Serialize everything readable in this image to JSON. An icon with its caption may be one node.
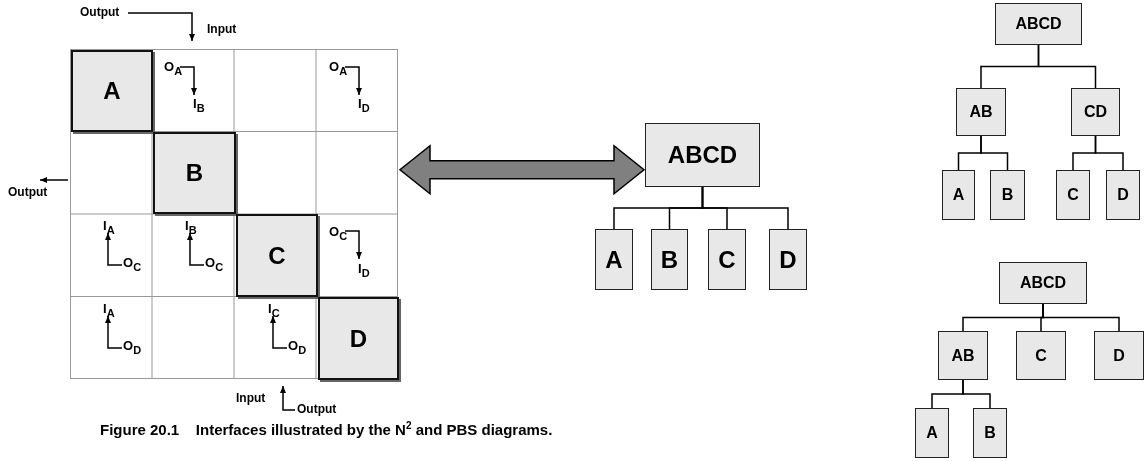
{
  "diagram": {
    "caption": "Figure 20.1    Interfaces illustrated by the N$^{2}$ and PBS diagrams.",
    "nodes": [
      {
        "text": [],
        "shape": "box"
      },
      {
        "text": [
          "A"
        ],
        "in": 0
      },
      {
        "text": [
          "B"
        ],
        "in": 0
      },
      {
        "text": [
          "C"
        ],
        "in": 0
      },
      {
        "text": [
          "D"
        ],
        "in": 0
      },
      {
        "text": [
          "ABCD"
        ]
      },
      {
        "text": [
          "A"
        ]
      },
      {
        "text": [
          "B"
        ]
      },
      {
        "text": [
          "C"
        ]
      },
      {
        "text": [
          "D"
        ]
      },
      {
        "text": [
          "ABCD"
        ]
      },
      {
        "text": [
          "AB"
        ]
      },
      {
        "text": [
          "CD"
        ]
      },
      {
        "text": [
          "A"
        ]
      },
      {
        "text": [
          "B"
        ]
      },
      {
        "text": [
          "C"
        ]
      },
      {
        "text": [
          "D"
        ]
      },
      {
        "text": [
          "ABCD"
        ]
      },
      {
        "text": [
          "AB"
        ]
      },
      {
        "text": [
          "C"
        ]
      },
      {
        "text": [
          "D"
        ]
      },
      {
        "text": [
          "A"
        ]
      },
      {
        "text": [
          "B"
        ]
      }
    ],
    "edges": [
      {
        "from": 0,
        "to": 5,
        "arrow": "both",
        "style": "thick",
        "color": "#808080"
      },
      {
        "from": 5,
        "to": 6,
        "arrow": "none"
      },
      {
        "from": 5,
        "to": 7,
        "arrow": "none"
      },
      {
        "from": 5,
        "to": 8,
        "arrow": "none"
      },
      {
        "from": 5,
        "to": 9,
        "arrow": "none"
      },
      {
        "from": 10,
        "to": 11,
        "arrow": "none"
      },
      {
        "from": 10,
        "to": 12,
        "arrow": "none"
      },
      {
        "from": 11,
        "to": 13,
        "arrow": "none"
      },
      {
        "from": 11,
        "to": 14,
        "arrow": "none"
      },
      {
        "from": 12,
        "to": 15,
        "arrow": "none"
      },
      {
        "from": 12,
        "to": 16,
        "arrow": "none"
      },
      {
        "from": 17,
        "to": 18,
        "arrow": "none"
      },
      {
        "from": 17,
        "to": 19,
        "arrow": "none"
      },
      {
        "from": 17,
        "to": 20,
        "arrow": "none"
      },
      {
        "from": 18,
        "to": 21,
        "arrow": "none"
      },
      {
        "from": 18,
        "to": 22,
        "arrow": "none"
      }
    ],
    "labels": [
      "Output",
      "Input",
      "O$_{A}$",
      "I$_{B}$",
      "O$_{A}$",
      "I$_{D}$",
      "Output",
      "I$_{A}$",
      "O$_{C}$",
      "I$_{B}$",
      "O$_{C}$",
      "O$_{C}$",
      "I$_{D}$",
      "I$_{A}$",
      "O$_{D}$",
      "I$_{C}$",
      "O$_{D}$",
      "Input",
      "Output"
    ]
  }
}
